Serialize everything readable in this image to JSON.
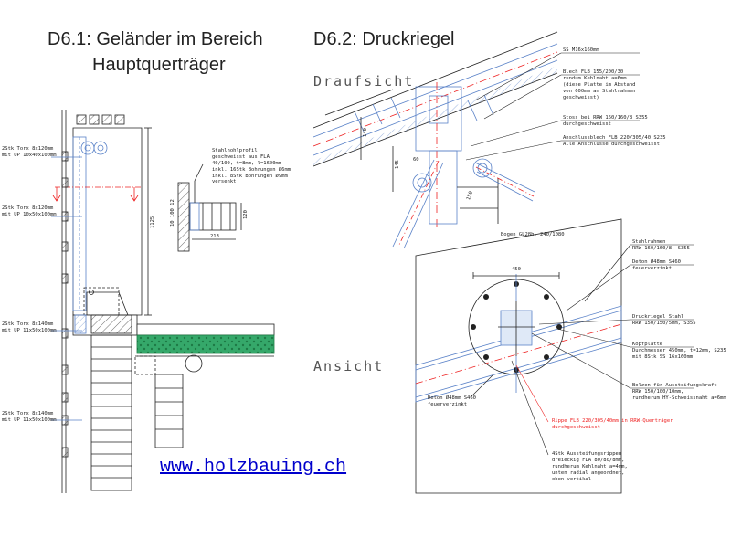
{
  "titles": {
    "d61_line1": "D6.1: Geländer im Bereich",
    "d61_line2": "Hauptquerträger",
    "d62": "D6.2: Druckriegel"
  },
  "sections": {
    "draufsicht": "Draufsicht",
    "ansicht": "Ansicht"
  },
  "website": "www.holzbauing.ch",
  "colors": {
    "drawing_blue": "#5a82c8",
    "insulation_green": "#35a86a",
    "annotation_red": "#e22222",
    "link_blue": "#0000cc"
  },
  "d61_notes": {
    "torx_1": "2Stk Torx 8x120mm\nmit UP 10x40x100mm",
    "torx_2": "2Stk Torx 8x120mm\nmit UP 10x50x100mm",
    "torx_3": "2Stk Torx 8x140mm\nmit UP 11x50x100mm",
    "torx_4": "2Stk Torx 8x140mm\nmit UP 11x50x100mm",
    "stahlhohlprofil": "Stahlhohlprofil\ngeschweisst aus FLA\n40/100, t=8mm, l=1600mm\ninkl. 16Stk Bohrungen Ø6mm\ninkl. 8Stk Bohrungen Ø9mm\nversenkt",
    "dim_1125": "1125",
    "dim_213": "213",
    "dim_120": "120",
    "dims_left": "10 100 12"
  },
  "d62_notes": {
    "ss": "SS M16x160mm",
    "blech": "Blech FLB 155/200/30\nrundum Kehlnaht a=6mm\n(diese Platte im Abstand\nvon 600mm an Stahlrahmen\ngeschweisst)",
    "stoss": "Stoss bei RRW 160/160/8 S355\ndurchgeschweisst",
    "anschluss": "Anschlussblech FLB 220/305/40 S235\nAlle Anschlüsse durchgeschweisst",
    "bogen": "Bogen GL28h, 240/1080",
    "stahlrahmen": "Stahlrahmen\nRRW 160/160/8, S355",
    "deton_right": "Deton Ø48mm S460\nfeuerverzinkt",
    "druckriegel": "Druckriegel Stahl\nRRW 150/150/5mm, S355",
    "kopfplatte": "Kopfplatte\nDurchmesser 450mm, t=12mm, S235\nmit 8Stk SS 16x160mm",
    "bolzen": "Bolzen für Aussteifungskraft\nRRW 150/100/10mm,\nrundherum HY-Schweissnaht a=6mm",
    "deton_left": "Deton Ø48mm S460\nfeuerverzinkt",
    "rippe": "Rippe FLB 220/305/40mm in RRW-Querträger\ndurchgeschweisst",
    "aussteifung": "4Stk Aussteifungsrippen\ndreieckig FLA 80/80/8mm,\nrundherum Kehlnaht a=4mm,\nunten radial angeordnet,\noben vertikal",
    "dim_450": "450",
    "dim_150": "150",
    "dim_140": "140",
    "dim_145": "145",
    "dim_60": "60"
  }
}
